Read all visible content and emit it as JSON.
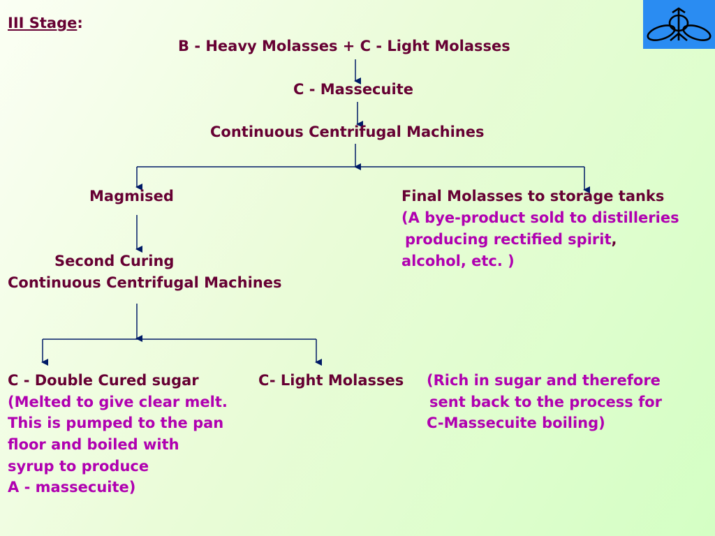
{
  "slide": {
    "stage_title": "III Stage",
    "stage_colon": ":",
    "feed": "B - Heavy Molasses + C - Light Molasses",
    "massecuite": "C - Massecuite",
    "centrifugal_1": "Continuous Centrifugal Machines",
    "left_branch": {
      "magmised": "Magmised",
      "second_curing": "Second Curing",
      "centrifugal_2": "Continuous Centrifugal Machines"
    },
    "right_branch": {
      "final_molasses": "Final Molasses to storage tanks",
      "note_lines": [
        "(A  bye-product sold to distilleries",
        "producing rectified spirit",
        "alcohol, etc. )"
      ],
      "note_comma": ","
    },
    "double_cured": {
      "title": "C - Double Cured sugar",
      "note_lines": [
        "(Melted to give clear melt.",
        "This is pumped to the pan",
        "floor and boiled with",
        "syrup to produce",
        "A - massecuite)"
      ]
    },
    "light_molasses": {
      "title": "C- Light Molasses",
      "note_lines": [
        "(Rich in sugar and therefore",
        "sent back to the process for",
        "C-Massecuite boiling)"
      ]
    }
  },
  "colors": {
    "text": "#660033",
    "note": "#b000b0",
    "arrow": "#001a66",
    "logo_bg": "#2a8cf2"
  },
  "logo": {
    "icon": "company-logo-icon"
  }
}
